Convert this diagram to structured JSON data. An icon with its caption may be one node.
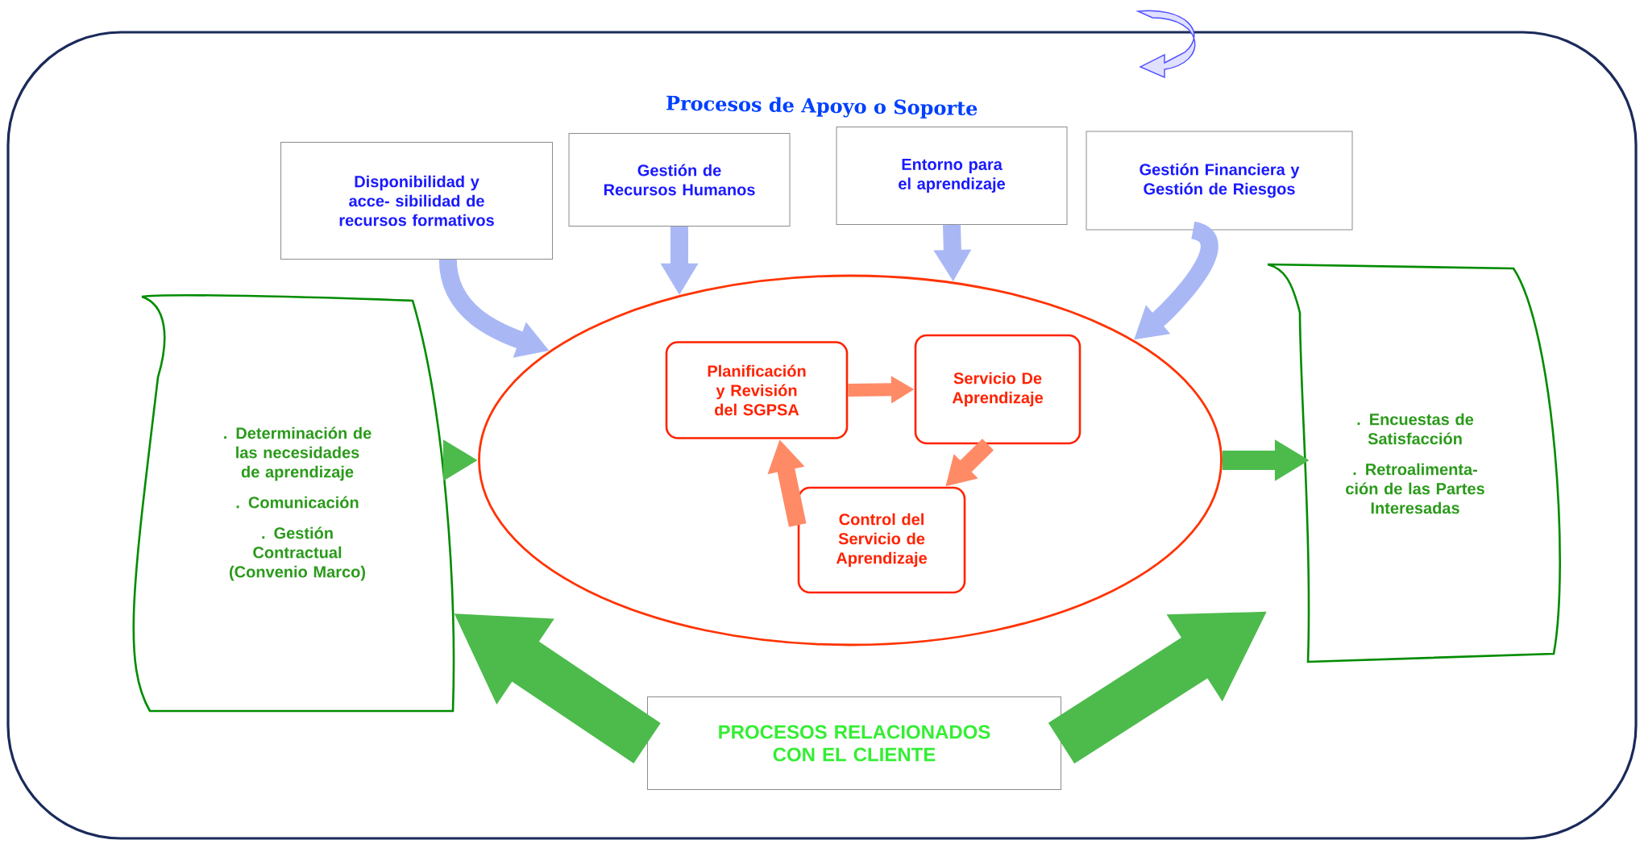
{
  "diagram": {
    "nodes": [
      {
        "text": [
          "Procesos de Apoyo o Soporte"
        ]
      },
      {
        "text": [
          "Disponibilidad y acce- sibilidad de recursos formativos"
        ],
        "in": 0
      },
      {
        "text": [
          "Gestión de Recursos Humanos"
        ],
        "in": 0
      },
      {
        "text": [
          "Entorno para el aprendizaje"
        ],
        "in": 0
      },
      {
        "text": [
          "Gestión Financiera y Gestión de Riesgos"
        ],
        "in": 0
      },
      {
        "text": [
          ". Determinación de las necesidades de aprendizaje",
          ". Comunicación",
          ". Gestión Contractual (Convenio Marco)"
        ],
        "in": 0
      },
      {
        "text": [],
        "shape": "ellipse",
        "in": 0
      },
      {
        "text": [
          "Planificación y Revisión del SGPSA"
        ],
        "in": 6
      },
      {
        "text": [
          "Servicio De Aprendizaje"
        ],
        "in": 6
      },
      {
        "text": [
          "Control del Servicio de Aprendizaje"
        ],
        "in": 6
      },
      {
        "text": [
          ". Encuestas de Satisfacción",
          ". Retroalimenta- ción de las Partes Interesadas"
        ],
        "in": 0
      },
      {
        "text": [
          "PROCESOS RELACIONADOS CON EL CLIENTE"
        ],
        "in": 0
      }
    ],
    "edges": [
      {
        "from": 1,
        "to": 6,
        "arrow": "to",
        "color": "#a9b8f5"
      },
      {
        "from": 2,
        "to": 6,
        "arrow": "to",
        "color": "#a9b8f5"
      },
      {
        "from": 3,
        "to": 6,
        "arrow": "to",
        "color": "#a9b8f5"
      },
      {
        "from": 4,
        "to": 6,
        "arrow": "to",
        "color": "#a9b8f5"
      },
      {
        "from": 5,
        "to": 6,
        "arrow": "to",
        "color": "#4cbb4c"
      },
      {
        "from": 6,
        "to": 10,
        "arrow": "to",
        "color": "#4cbb4c"
      },
      {
        "from": 7,
        "to": 8,
        "arrow": "to",
        "color": "#ff8a66"
      },
      {
        "from": 8,
        "to": 9,
        "arrow": "to",
        "color": "#ff8a66"
      },
      {
        "from": 9,
        "to": 7,
        "arrow": "to",
        "color": "#ff8a66"
      },
      {
        "from": 11,
        "to": 5,
        "arrow": "to",
        "color": "#4cbb4c",
        "style": "thick"
      },
      {
        "from": 11,
        "to": 10,
        "arrow": "to",
        "color": "#4cbb4c",
        "style": "thick"
      }
    ]
  }
}
